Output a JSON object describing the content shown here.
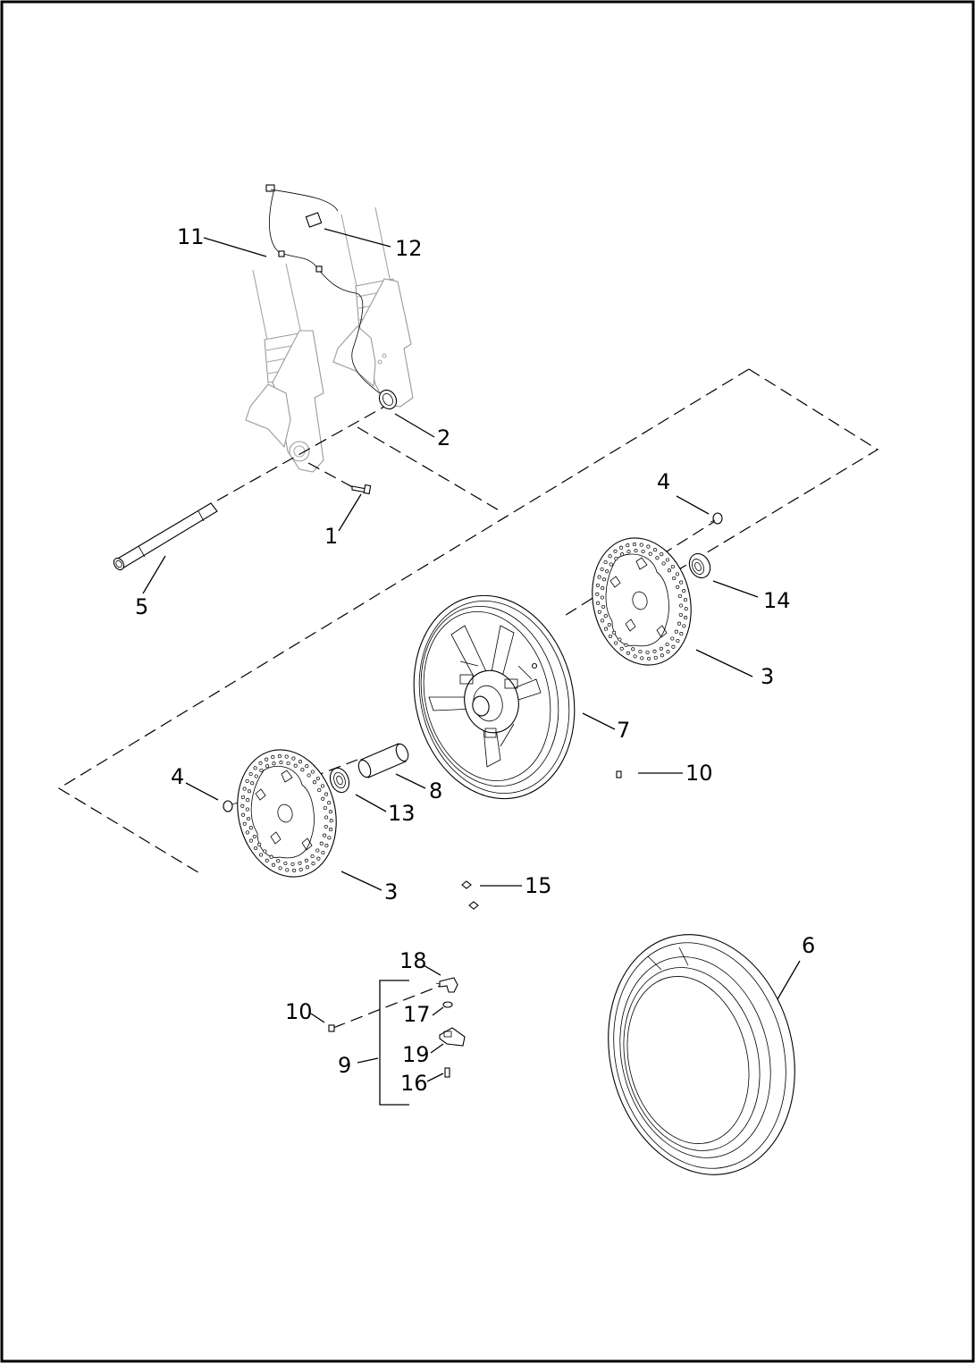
{
  "diagram": {
    "callouts": [
      {
        "id": "c1",
        "text": "1"
      },
      {
        "id": "c2",
        "text": "2"
      },
      {
        "id": "c3a",
        "text": "3"
      },
      {
        "id": "c3b",
        "text": "3"
      },
      {
        "id": "c4a",
        "text": "4"
      },
      {
        "id": "c4b",
        "text": "4"
      },
      {
        "id": "c5",
        "text": "5"
      },
      {
        "id": "c6",
        "text": "6"
      },
      {
        "id": "c7",
        "text": "7"
      },
      {
        "id": "c8",
        "text": "8"
      },
      {
        "id": "c9",
        "text": "9"
      },
      {
        "id": "c10a",
        "text": "10"
      },
      {
        "id": "c10b",
        "text": "10"
      },
      {
        "id": "c11",
        "text": "11"
      },
      {
        "id": "c12",
        "text": "12"
      },
      {
        "id": "c13",
        "text": "13"
      },
      {
        "id": "c14",
        "text": "14"
      },
      {
        "id": "c15",
        "text": "15"
      },
      {
        "id": "c16",
        "text": "16"
      },
      {
        "id": "c17",
        "text": "17"
      },
      {
        "id": "c18",
        "text": "18"
      },
      {
        "id": "c19",
        "text": "19"
      }
    ]
  }
}
